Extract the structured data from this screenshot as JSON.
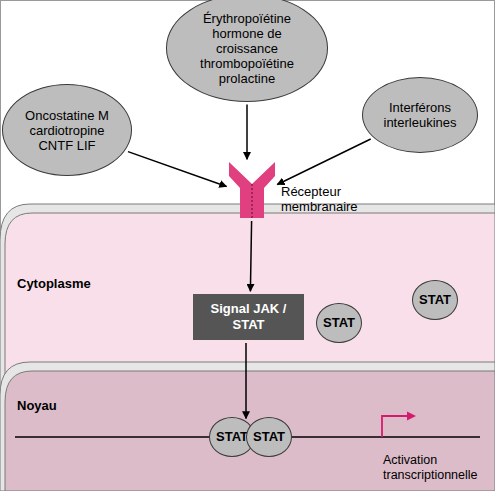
{
  "diagram": {
    "nodes": [
      {
        "text": [
          "Oncostatine M cardiotropine CNTF LIF"
        ]
      },
      {
        "text": [
          "Érythropoïétine hormone de croissance thrombopoïétine prolactine"
        ]
      },
      {
        "text": [
          "Interférons interleukines"
        ]
      },
      {
        "text": [
          "Récepteur membranaire"
        ]
      },
      {
        "text": [
          "Cytoplasme"
        ]
      },
      {
        "text": [
          "STAT"
        ],
        "in": 4
      },
      {
        "text": [
          "STAT"
        ],
        "in": 4
      },
      {
        "text": [
          "Signal JAK / STAT"
        ],
        "in": 4
      },
      {
        "text": [
          "Noyau"
        ]
      },
      {
        "text": [
          "STAT"
        ],
        "in": 8
      },
      {
        "text": [
          "STAT"
        ],
        "in": 8
      }
    ],
    "edges": [
      {
        "from": 0,
        "to": 3,
        "arrow": "to"
      },
      {
        "from": 1,
        "to": 3,
        "arrow": "to"
      },
      {
        "from": 2,
        "to": 3,
        "arrow": "to"
      },
      {
        "from": 3,
        "to": 7,
        "arrow": "to"
      },
      {
        "from": 7,
        "to": 9,
        "arrow": "to"
      }
    ],
    "labels": [
      "Activation transcriptionnelle"
    ]
  }
}
